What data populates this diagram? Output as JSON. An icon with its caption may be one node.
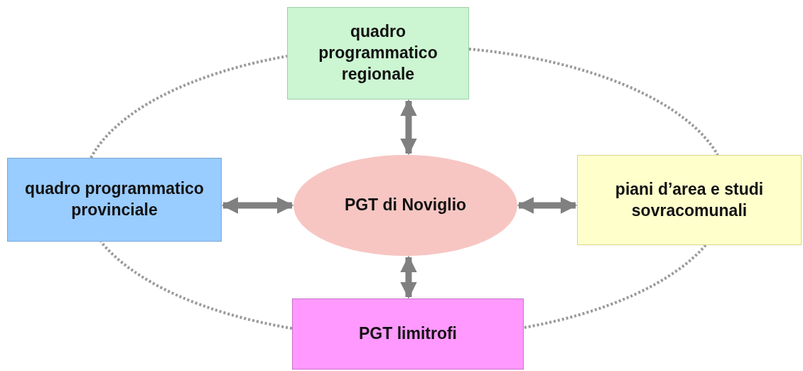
{
  "diagram": {
    "nodes": [
      {
        "text": [
          "quadro programmatico regionale"
        ]
      },
      {
        "text": [
          "quadro programmatico provinciale"
        ]
      },
      {
        "text": [
          "PGT di Noviglio"
        ]
      },
      {
        "text": [
          "piani d’area e studi sovracomunali"
        ]
      },
      {
        "text": [
          "PGT limitrofi"
        ]
      }
    ],
    "edges": [
      {
        "from": 2,
        "to": 0,
        "arrow": "both",
        "style": "thick"
      },
      {
        "from": 2,
        "to": 1,
        "arrow": "both",
        "style": "thick"
      },
      {
        "from": 2,
        "to": 3,
        "arrow": "both",
        "style": "thick"
      },
      {
        "from": 2,
        "to": 4,
        "arrow": "both",
        "style": "thick"
      },
      {
        "from": 0,
        "to": 3,
        "arrow": "none",
        "style": "dashed",
        "color": "#9a9a9a"
      },
      {
        "from": 3,
        "to": 4,
        "arrow": "none",
        "style": "dashed",
        "color": "#9a9a9a"
      },
      {
        "from": 4,
        "to": 1,
        "arrow": "none",
        "style": "dashed",
        "color": "#9a9a9a"
      },
      {
        "from": 1,
        "to": 0,
        "arrow": "none",
        "style": "dashed",
        "color": "#9a9a9a"
      }
    ]
  }
}
